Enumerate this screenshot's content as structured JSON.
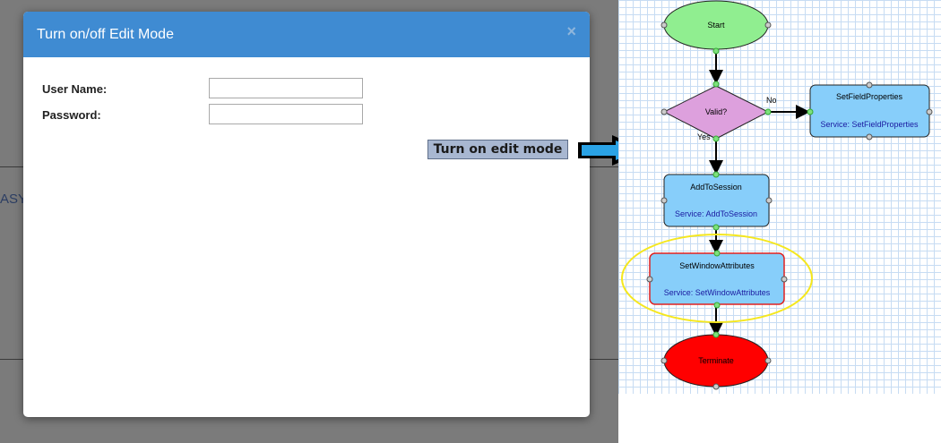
{
  "background": {
    "partial_text": "ASY"
  },
  "modal": {
    "title": "Turn on/off Edit Mode",
    "close_symbol": "×",
    "username_label": "User Name:",
    "username_value": "",
    "password_label": "Password:",
    "password_value": "",
    "edit_button_label": "Turn on edit mode"
  },
  "colors": {
    "header": "#3f8bd2",
    "start_node": "#90ee90",
    "decision_node": "#dda0dd",
    "process_node": "#87cefa",
    "terminate_node": "#ff0000",
    "highlight_ring": "#f5e71f",
    "callout_arrow": "#2aa3e6"
  },
  "flowchart": {
    "start": "Start",
    "decision": "Valid?",
    "no_label": "No",
    "yes_label": "Yes",
    "set_field": {
      "title": "SetFieldProperties",
      "service": "Service: SetFieldProperties"
    },
    "add_session": {
      "title": "AddToSession",
      "service": "Service: AddToSession"
    },
    "set_window": {
      "title": "SetWindowAttributes",
      "service": "Service: SetWindowAttributes"
    },
    "terminate": "Terminate"
  }
}
